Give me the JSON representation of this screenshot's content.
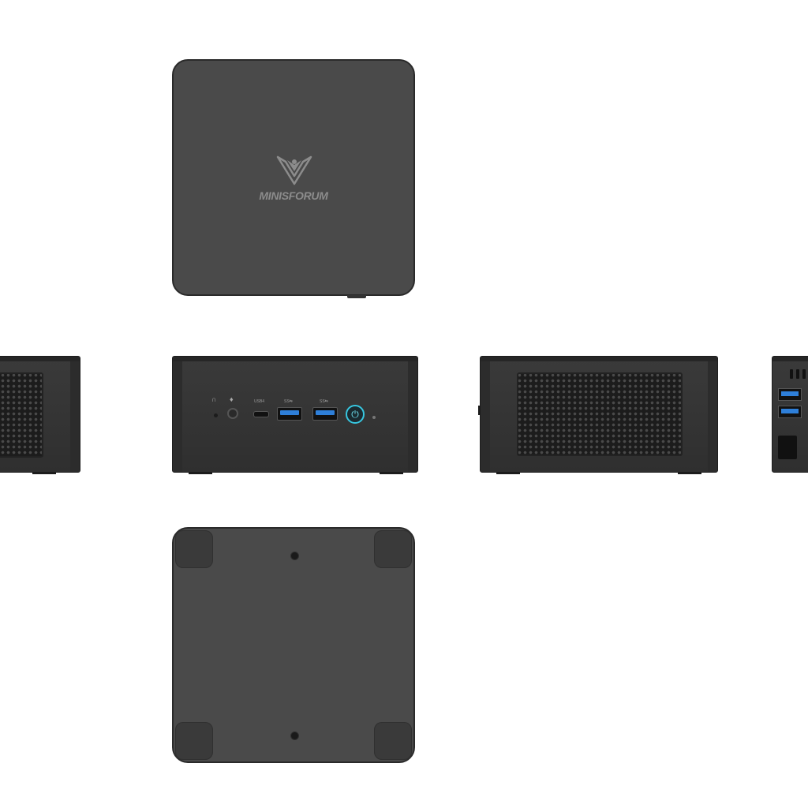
{
  "top_view": {
    "brand_text": "MINISFORUM",
    "logo_color": "#8c8c8c",
    "chassis_color": "#4a4a4a"
  },
  "front_view": {
    "port_labels": {
      "usbc": "USB4",
      "usba_1": "SS⇆",
      "usba_2": "SS⇆"
    },
    "icons": {
      "headphone": "headphone-icon",
      "mic": "microphone-icon",
      "power": "power-icon"
    },
    "power_button_color": "#37c7e0",
    "usb_accent_color": "#2e7fd9"
  },
  "bottom_view": {
    "chassis_color": "#4a4a4a"
  }
}
